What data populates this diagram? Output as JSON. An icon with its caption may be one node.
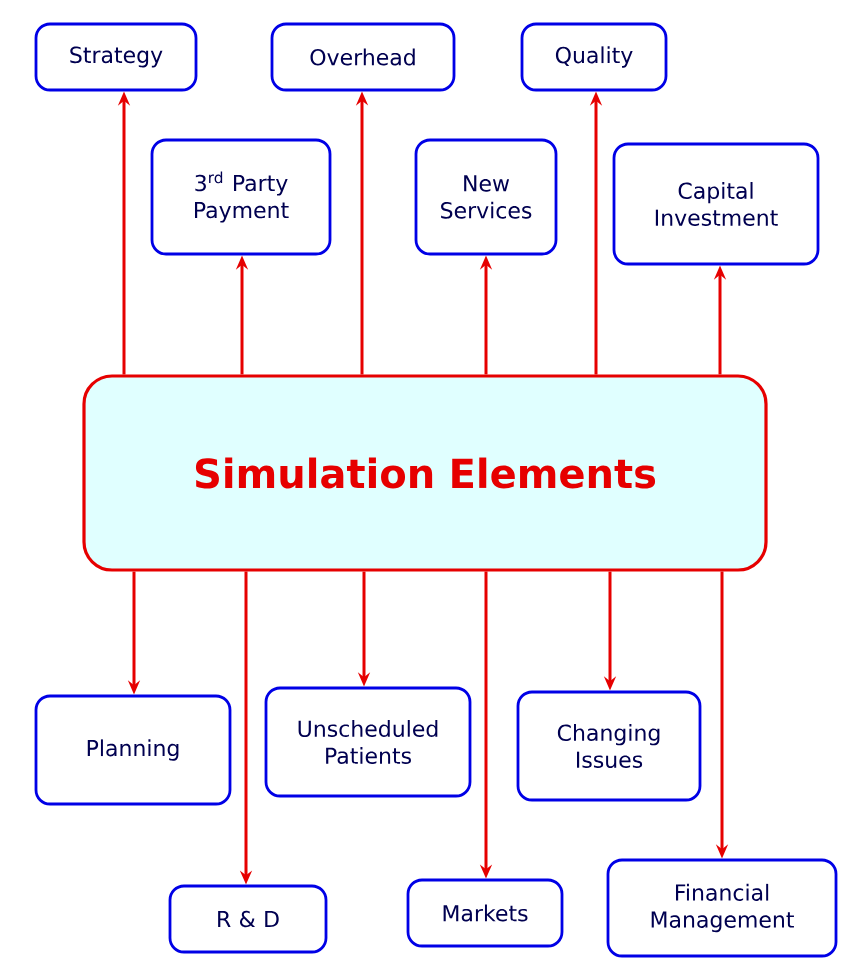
{
  "diagram": {
    "nodes": [
      {
        "text": [
          "Simulation Elements"
        ]
      },
      {
        "text": [
          "Strategy"
        ]
      },
      {
        "text": [
          "Overhead"
        ]
      },
      {
        "text": [
          "Quality"
        ]
      },
      {
        "text": [
          "3$^{rd}$ Party Payment"
        ]
      },
      {
        "text": [
          "New Services"
        ]
      },
      {
        "text": [
          "Capital Investment"
        ]
      },
      {
        "text": [
          "Planning"
        ]
      },
      {
        "text": [
          "Unscheduled Patients"
        ]
      },
      {
        "text": [
          "Changing Issues"
        ]
      },
      {
        "text": [
          "R & D"
        ]
      },
      {
        "text": [
          "Markets"
        ]
      },
      {
        "text": [
          "Financial Management"
        ]
      }
    ],
    "edges": [
      {
        "from": 0,
        "to": 1,
        "arrow": "to"
      },
      {
        "from": 0,
        "to": 2,
        "arrow": "to"
      },
      {
        "from": 0,
        "to": 3,
        "arrow": "to"
      },
      {
        "from": 0,
        "to": 4,
        "arrow": "to"
      },
      {
        "from": 0,
        "to": 5,
        "arrow": "to"
      },
      {
        "from": 0,
        "to": 6,
        "arrow": "to"
      },
      {
        "from": 0,
        "to": 7,
        "arrow": "to"
      },
      {
        "from": 0,
        "to": 8,
        "arrow": "to"
      },
      {
        "from": 0,
        "to": 9,
        "arrow": "to"
      },
      {
        "from": 0,
        "to": 10,
        "arrow": "to"
      },
      {
        "from": 0,
        "to": 11,
        "arrow": "to"
      },
      {
        "from": 0,
        "to": 12,
        "arrow": "to"
      }
    ]
  }
}
